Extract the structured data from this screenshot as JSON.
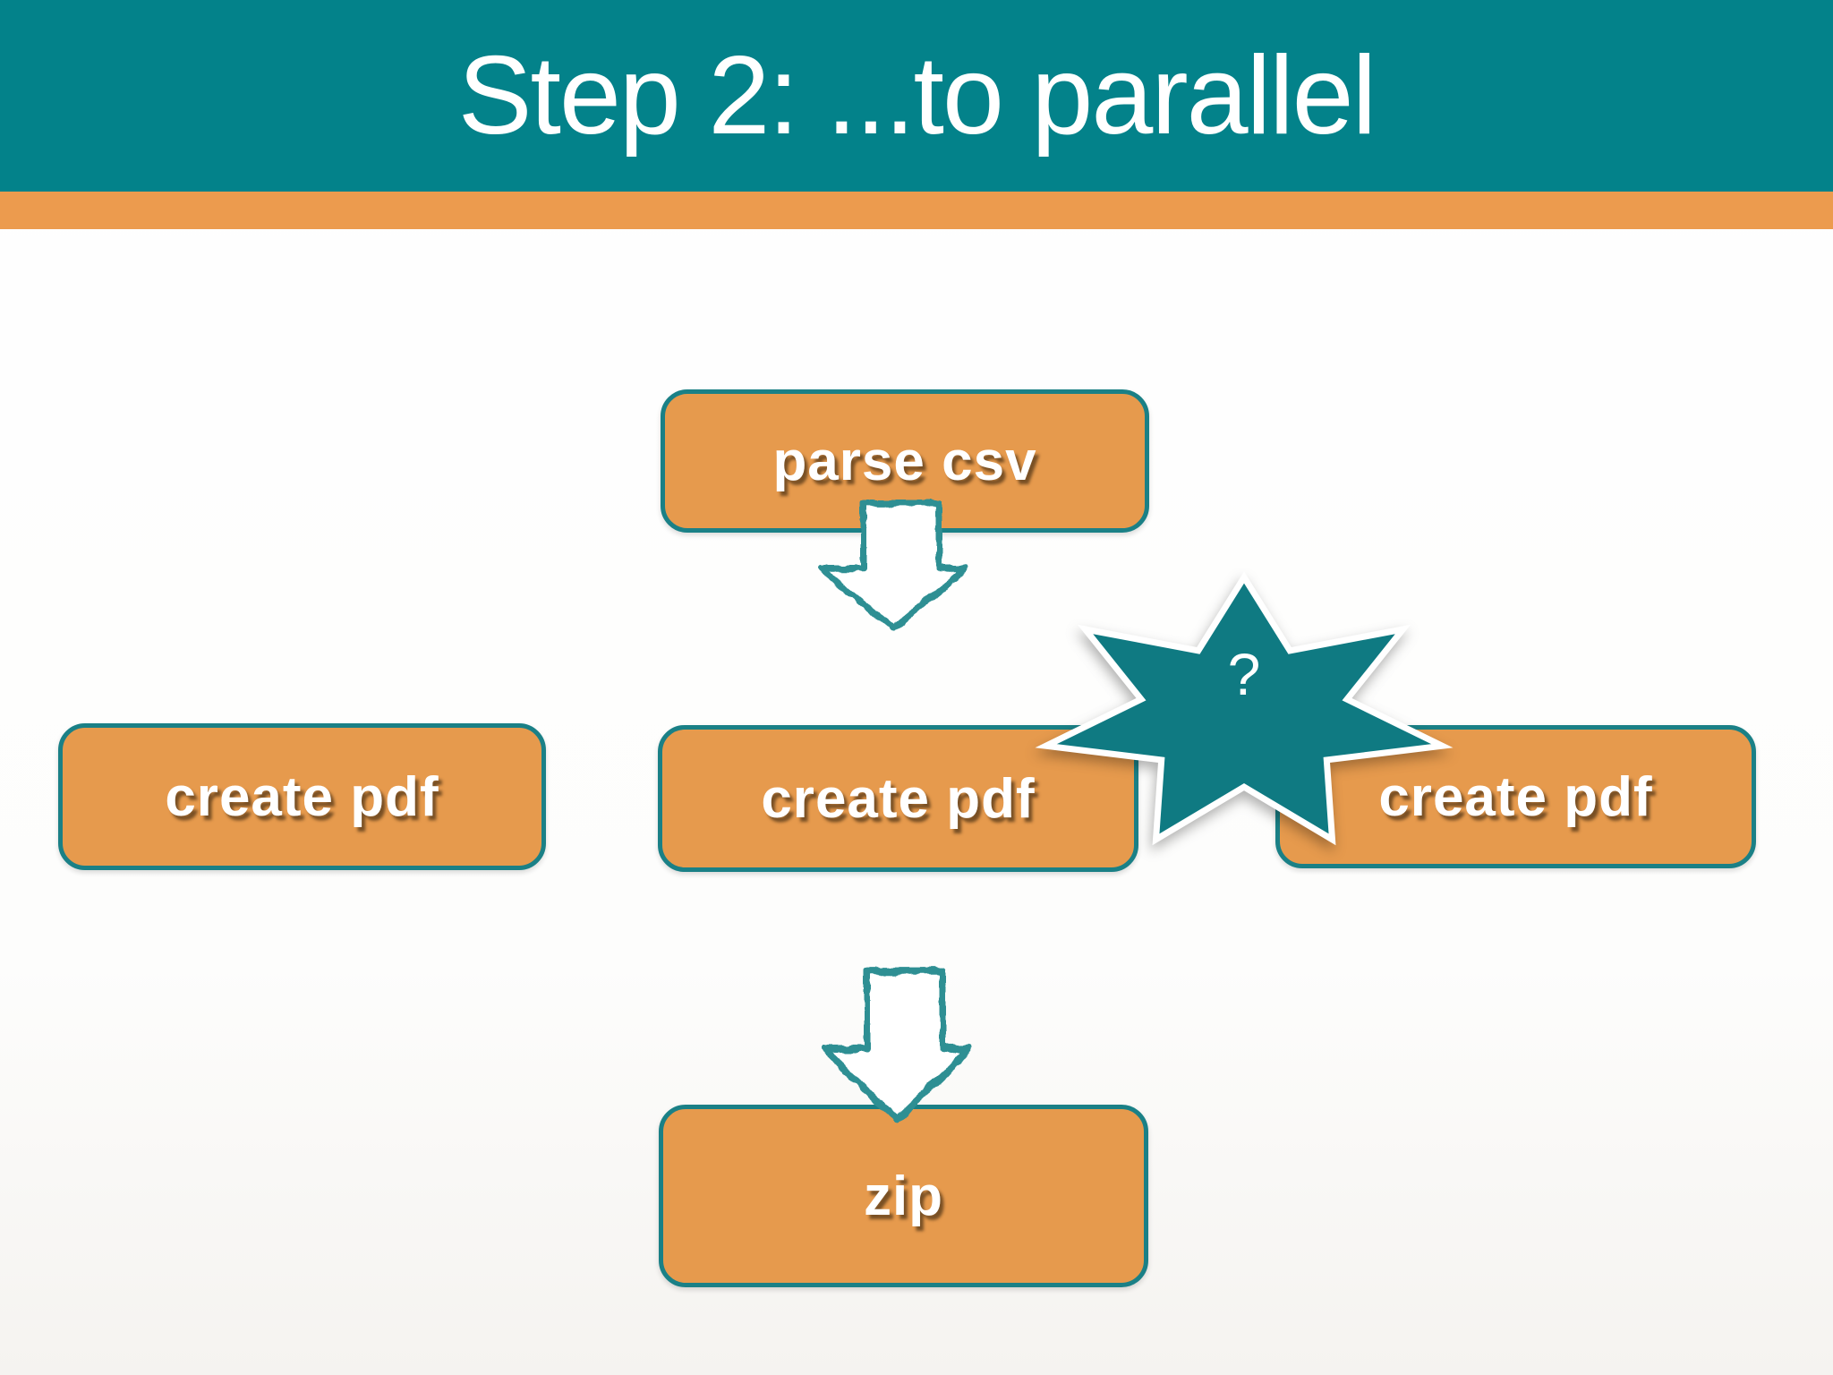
{
  "slide": {
    "title": "Step 2: ...to parallel"
  },
  "palette": {
    "header_teal": "#03828A",
    "accent_orange": "#EC9B4E",
    "node_fill": "#E69A4D",
    "node_border": "#1A8086",
    "star_fill": "#0F7A82",
    "arrow_stroke": "#2F8F93",
    "label_white": "#FFFFFF"
  },
  "diagram": {
    "nodes": [
      {
        "id": "parse-csv",
        "label": "parse csv"
      },
      {
        "id": "create-pdf-left",
        "label": "create pdf"
      },
      {
        "id": "create-pdf-center",
        "label": "create pdf"
      },
      {
        "id": "create-pdf-right",
        "label": "create pdf"
      },
      {
        "id": "zip",
        "label": "zip"
      }
    ],
    "star_label": "?"
  }
}
